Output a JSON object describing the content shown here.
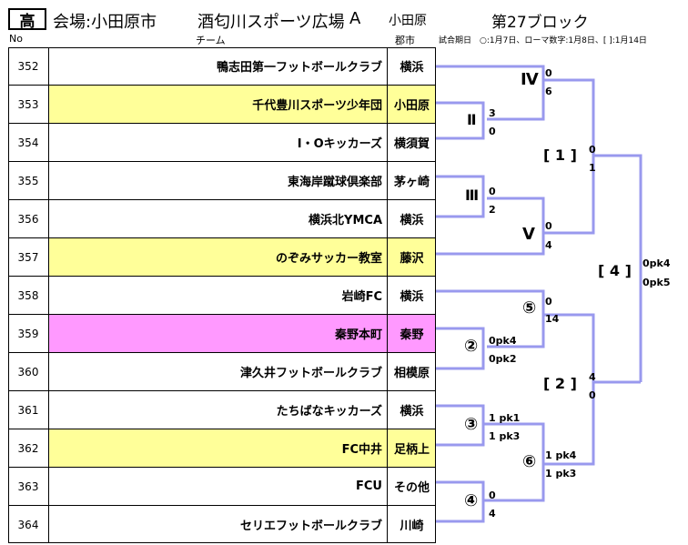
{
  "header": {
    "category": "高",
    "venue_label": "会場:小田原市",
    "venue_name": "酒匂川スポーツ広場",
    "court": "A",
    "city": "小田原",
    "block": "第27ブロック",
    "col_no": "No",
    "col_team": "チーム",
    "col_city": "郡市",
    "legend": "試合期日　○:1月7日、ローマ数字:1月8日、[ ]:1月14日"
  },
  "teams": [
    {
      "no": "352",
      "name": "鴨志田第一フットボールクラブ",
      "city": "横浜",
      "hl": ""
    },
    {
      "no": "353",
      "name": "千代豊川スポーツ少年団",
      "city": "小田原",
      "hl": "yellow"
    },
    {
      "no": "354",
      "name": "I・Oキッカーズ",
      "city": "横須賀",
      "hl": ""
    },
    {
      "no": "355",
      "name": "東海岸蹴球倶楽部",
      "city": "茅ヶ崎",
      "hl": ""
    },
    {
      "no": "356",
      "name": "横浜北YMCA",
      "city": "横浜",
      "hl": ""
    },
    {
      "no": "357",
      "name": "のぞみサッカー教室",
      "city": "藤沢",
      "hl": "yellow"
    },
    {
      "no": "358",
      "name": "岩崎FC",
      "city": "横浜",
      "hl": ""
    },
    {
      "no": "359",
      "name": "秦野本町",
      "city": "秦野",
      "hl": "pink"
    },
    {
      "no": "360",
      "name": "津久井フットボールクラブ",
      "city": "相模原",
      "hl": ""
    },
    {
      "no": "361",
      "name": "たちばなキッカーズ",
      "city": "横浜",
      "hl": ""
    },
    {
      "no": "362",
      "name": "FC中井",
      "city": "足柄上",
      "hl": "yellow"
    },
    {
      "no": "363",
      "name": "FCU",
      "city": "その他",
      "hl": ""
    },
    {
      "no": "364",
      "name": "セリエフットボールクラブ",
      "city": "川崎",
      "hl": ""
    }
  ],
  "bracket": {
    "m_II": {
      "label": "Ⅱ",
      "top": "3",
      "bottom": "0"
    },
    "m_IV": {
      "label": "Ⅳ",
      "top": "0",
      "bottom": "6"
    },
    "m_III": {
      "label": "Ⅲ",
      "top": "0",
      "bottom": "2"
    },
    "m_V": {
      "label": "Ⅴ",
      "top": "0",
      "bottom": "4"
    },
    "m_1": {
      "label": "[ 1 ]",
      "top": "0",
      "bottom": "1"
    },
    "m_c2": {
      "label": "②",
      "top": "0pk4",
      "bottom": "0pk2"
    },
    "m_c5": {
      "label": "⑤",
      "top": "0",
      "bottom": "14"
    },
    "m_c3": {
      "label": "③",
      "top": "1 pk1",
      "bottom": "1 pk3"
    },
    "m_c4": {
      "label": "④",
      "top": "0",
      "bottom": "4"
    },
    "m_c6": {
      "label": "⑥",
      "top": "1 pk4",
      "bottom": "1 pk3"
    },
    "m_2": {
      "label": "[ 2 ]",
      "top": "4",
      "bottom": "0"
    },
    "m_4": {
      "label": "[ 4 ]",
      "top": "0pk4",
      "bottom": "0pk5"
    }
  },
  "colors": {
    "line": "#9999ee",
    "yellow": "#ffff99",
    "pink": "#ff99ff"
  }
}
